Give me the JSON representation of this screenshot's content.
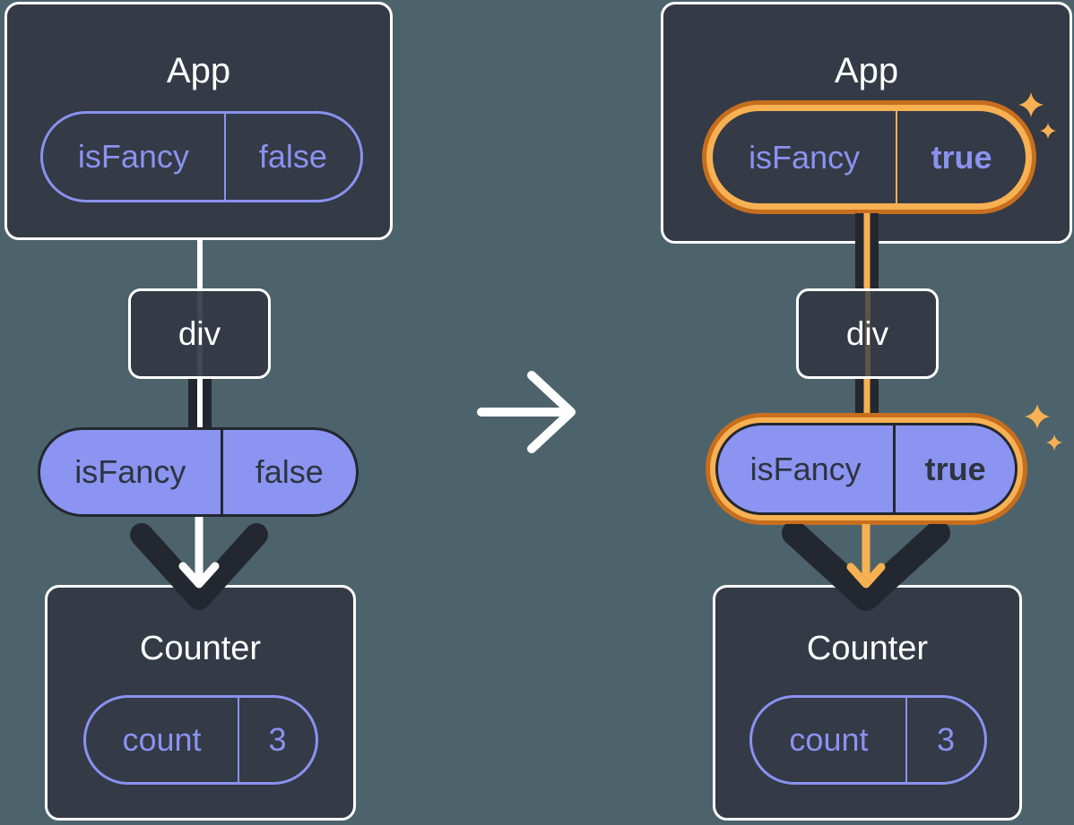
{
  "colors": {
    "background": "#4D636C",
    "card_bg": "#343A46",
    "card_border": "#FFFFFF",
    "purple": "#8A92F0",
    "purple_fill": "#8B94F1",
    "ink_dark": "#23272F",
    "text_dark": "#2E3440",
    "text_light": "#FFFFFF",
    "orange": "#F7B152",
    "orange_dark": "#C76E1E"
  },
  "before": {
    "app": {
      "title": "App",
      "prop": {
        "name": "isFancy",
        "value": "false"
      }
    },
    "div_node": {
      "label": "div"
    },
    "passed_prop": {
      "name": "isFancy",
      "value": "false"
    },
    "counter": {
      "title": "Counter",
      "state": {
        "name": "count",
        "value": "3"
      }
    }
  },
  "after": {
    "app": {
      "title": "App",
      "prop": {
        "name": "isFancy",
        "value": "true"
      }
    },
    "div_node": {
      "label": "div"
    },
    "passed_prop": {
      "name": "isFancy",
      "value": "true"
    },
    "counter": {
      "title": "Counter",
      "state": {
        "name": "count",
        "value": "3"
      }
    }
  }
}
